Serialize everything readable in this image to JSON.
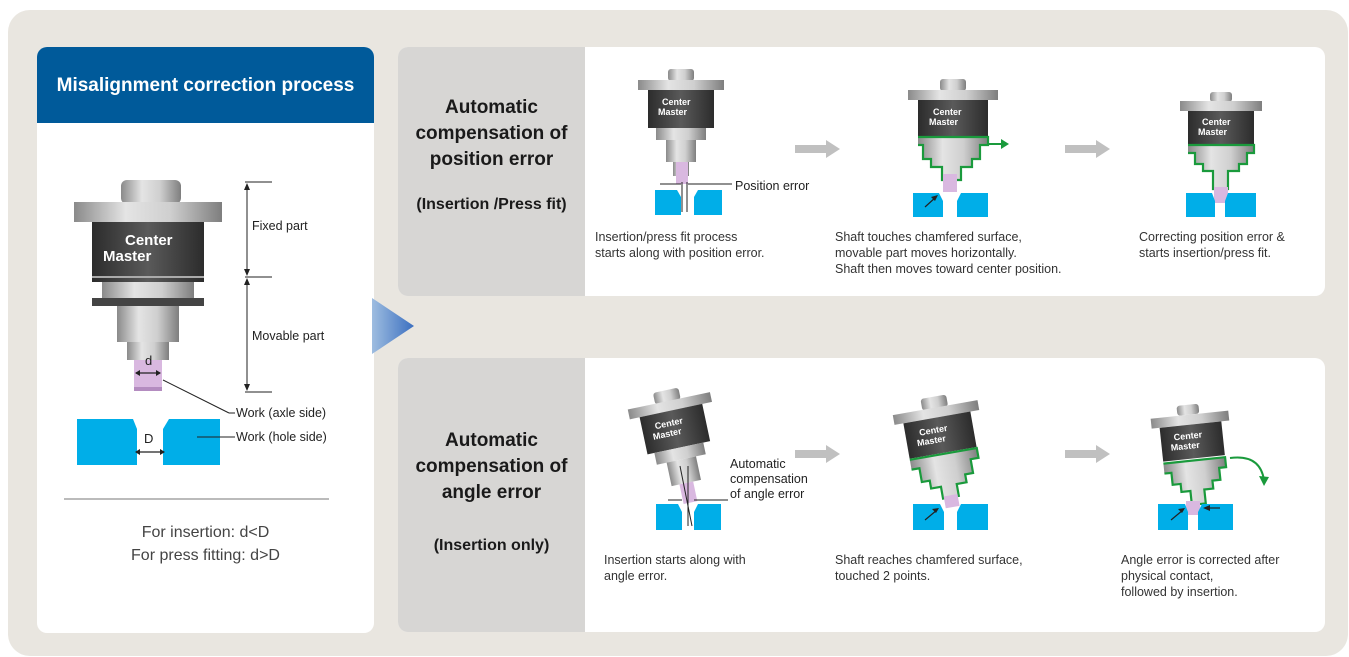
{
  "left": {
    "title": "Misalignment correction process",
    "labels": {
      "fixed": "Fixed part",
      "movable": "Movable part",
      "work_axle": "Work (axle side)",
      "work_hole": "Work (hole side)",
      "d": "d",
      "D": "D"
    },
    "formulas": [
      "For insertion: d<D",
      "For press fitting: d>D"
    ]
  },
  "logo": {
    "line1": "Center",
    "line2": "Master"
  },
  "position_panel": {
    "title": "Automatic compensation of position error",
    "subtitle": "(Insertion /Press fit)",
    "callout": "Position error",
    "captions": [
      "Insertion/press fit process\nstarts along with position error.",
      "Shaft touches chamfered surface,\nmovable part moves horizontally.\nShaft then moves toward center position.",
      "Correcting position error &\nstarts insertion/press fit."
    ]
  },
  "angle_panel": {
    "title": "Automatic compensation of angle error",
    "subtitle": "(Insertion only)",
    "callout": "Automatic\ncompensation\nof angle error",
    "captions": [
      "Insertion starts along with\nangle error.",
      "Shaft reaches chamfered surface,\ntouched 2 points.",
      "Angle error is corrected after\nphysical contact,\nfollowed by insertion."
    ]
  },
  "colors": {
    "header_blue": "#005a9a",
    "work_cyan": "#00aee8",
    "shaft_pink": "#d9b8e0",
    "outline_green": "#1a9a3c",
    "flow_arrow_gray": "#c0c0c0"
  }
}
